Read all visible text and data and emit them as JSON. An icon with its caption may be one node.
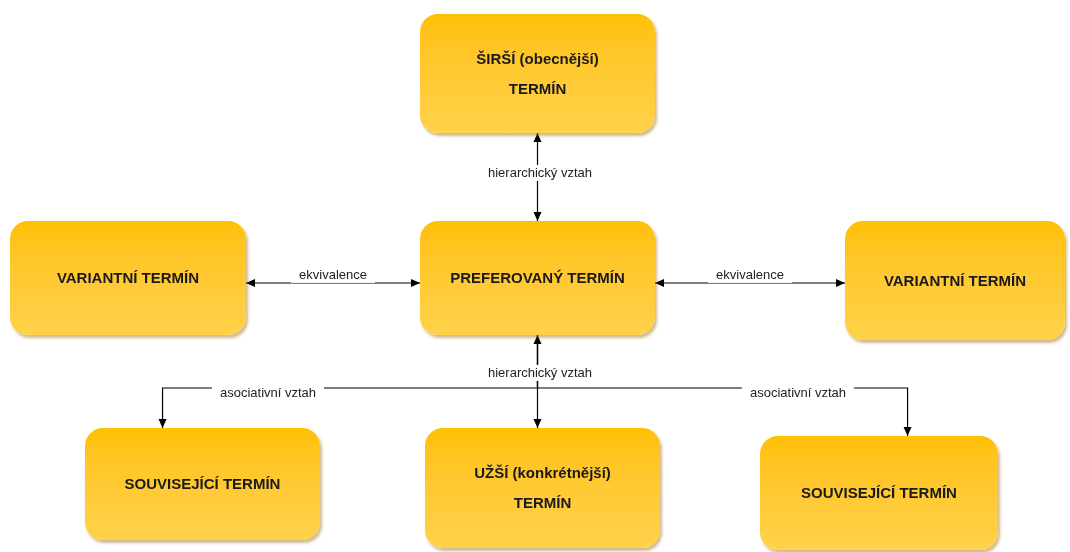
{
  "diagram": {
    "nodes": [
      {
        "text": [
          "ŠIRŠÍ (obecnější) TERMÍN"
        ]
      },
      {
        "text": [
          "VARIANTNÍ TERMÍN"
        ]
      },
      {
        "text": [
          "PREFEROVANÝ TERMÍN"
        ]
      },
      {
        "text": [
          "VARIANTNÍ TERMÍN"
        ]
      },
      {
        "text": [
          "SOUVISEJÍCÍ TERMÍN"
        ]
      },
      {
        "text": [
          "UŽŠÍ (konkrétnější) TERMÍN"
        ]
      },
      {
        "text": [
          "SOUVISEJÍCÍ TERMÍN"
        ]
      }
    ],
    "edges": [
      {
        "from": 2,
        "to": 0,
        "arrow": "both",
        "label": "hierarchický vztah"
      },
      {
        "from": 2,
        "to": 1,
        "arrow": "both",
        "label": "ekvivalence"
      },
      {
        "from": 2,
        "to": 3,
        "arrow": "both",
        "label": "ekvivalence"
      },
      {
        "from": 2,
        "to": 5,
        "arrow": "both",
        "label": "hierarchický vztah"
      },
      {
        "from": 2,
        "to": 4,
        "arrow": "to",
        "label": "asociativní vztah"
      },
      {
        "from": 2,
        "to": 6,
        "arrow": "to",
        "label": "asociativní vztah"
      }
    ]
  }
}
